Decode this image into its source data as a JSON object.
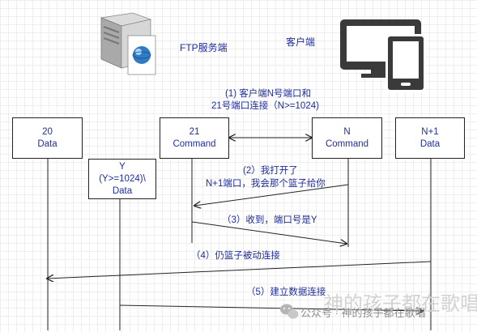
{
  "header": {
    "server_label": "FTP服务端",
    "client_label": "客户端"
  },
  "participants": [
    {
      "line1": "20",
      "line2": "Data"
    },
    {
      "line1": "21",
      "line2": "Command"
    },
    {
      "line1": "N",
      "line2": "Command"
    },
    {
      "line1": "N+1",
      "line2": "Data"
    },
    {
      "line1": "Y",
      "line2": "(Y>=1024)\\",
      "line3": "Data"
    }
  ],
  "steps": [
    {
      "line1": "(1) 客户端N号端口和",
      "line2": "21号端口连接（N>=1024)"
    },
    {
      "line1": "(2）我打开了",
      "line2": "N+1端口，我会那个篮子给你"
    },
    {
      "line1": "（3）收到，端口号是Y"
    },
    {
      "line1": "（4）仍篮子被动连接"
    },
    {
      "line1": "（5）建立数据连接"
    }
  ],
  "watermark": {
    "text": "公众号 · 神的孩子都在歌唱",
    "bg_text": "神的孩子都在歌唱"
  },
  "icons": {
    "server": "server-tower-icon",
    "client": "desktop-monitor-icon",
    "tablet": "tablet-icon",
    "wechat": "wechat-icon"
  },
  "colors": {
    "text": "#1f2d9b",
    "line": "#222222",
    "box_border": "#222222"
  }
}
